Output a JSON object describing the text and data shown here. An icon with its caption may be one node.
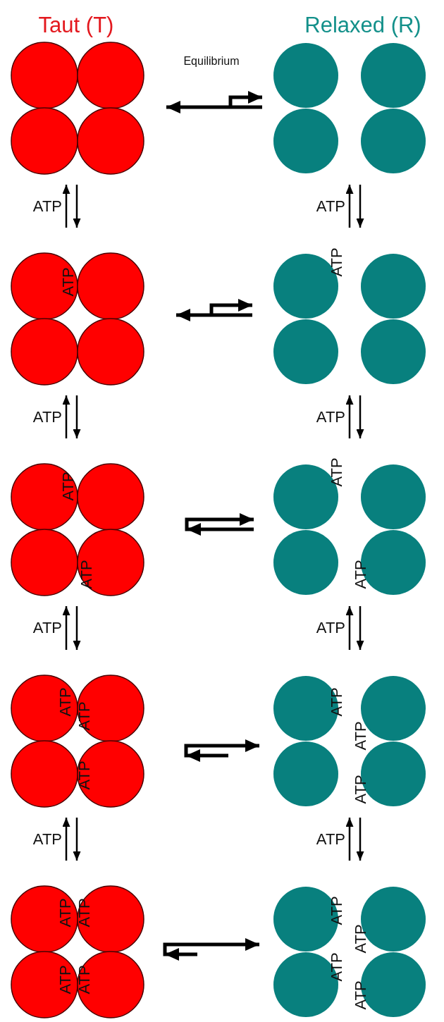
{
  "diagram": {
    "nodes": [
      {
        "text": [],
        "shape": "circle"
      },
      {
        "text": [],
        "shape": "circle"
      },
      {
        "text": [
          "ATP"
        ]
      },
      {
        "text": [
          "ATP"
        ]
      },
      {
        "text": [
          "ATP",
          "ATP"
        ]
      },
      {
        "text": [
          "ATP",
          "ATP"
        ]
      },
      {
        "text": [
          "ATP",
          "ATP",
          "ATP"
        ]
      },
      {
        "text": [
          "ATP",
          "ATP",
          "ATP"
        ]
      },
      {
        "text": [
          "ATP",
          "ATP",
          "ATP",
          "ATP"
        ]
      },
      {
        "text": [
          "ATP",
          "ATP",
          "ATP",
          "ATP"
        ]
      }
    ],
    "edges": [
      {
        "from": 0,
        "to": 1,
        "arrow": "both",
        "style": "thick"
      },
      {
        "from": 2,
        "to": 0,
        "arrow": "to",
        "label": "ATP"
      },
      {
        "from": 0,
        "to": 2,
        "arrow": "to"
      },
      {
        "from": 3,
        "to": 1,
        "arrow": "to",
        "label": "ATP"
      },
      {
        "from": 1,
        "to": 3,
        "arrow": "to"
      },
      {
        "from": 2,
        "to": 3,
        "arrow": "both",
        "style": "thick"
      },
      {
        "from": 4,
        "to": 2,
        "arrow": "to",
        "label": "ATP"
      },
      {
        "from": 2,
        "to": 4,
        "arrow": "to"
      },
      {
        "from": 5,
        "to": 3,
        "arrow": "to",
        "label": "ATP"
      },
      {
        "from": 3,
        "to": 5,
        "arrow": "to"
      },
      {
        "from": 4,
        "to": 5,
        "arrow": "both",
        "style": "thick"
      },
      {
        "from": 6,
        "to": 4,
        "arrow": "to",
        "label": "ATP"
      },
      {
        "from": 4,
        "to": 6,
        "arrow": "to"
      },
      {
        "from": 7,
        "to": 5,
        "arrow": "to",
        "label": "ATP"
      },
      {
        "from": 5,
        "to": 7,
        "arrow": "to"
      },
      {
        "from": 6,
        "to": 7,
        "arrow": "both",
        "style": "thick"
      },
      {
        "from": 8,
        "to": 6,
        "arrow": "to",
        "label": "ATP"
      },
      {
        "from": 6,
        "to": 8,
        "arrow": "to"
      },
      {
        "from": 9,
        "to": 7,
        "arrow": "to",
        "label": "ATP"
      },
      {
        "from": 7,
        "to": 9,
        "arrow": "to"
      },
      {
        "from": 8,
        "to": 9,
        "arrow": "both",
        "style": "thick"
      }
    ],
    "labels": [
      "Taut (T)",
      "Relaxed (R)",
      "Equilibrium"
    ]
  }
}
